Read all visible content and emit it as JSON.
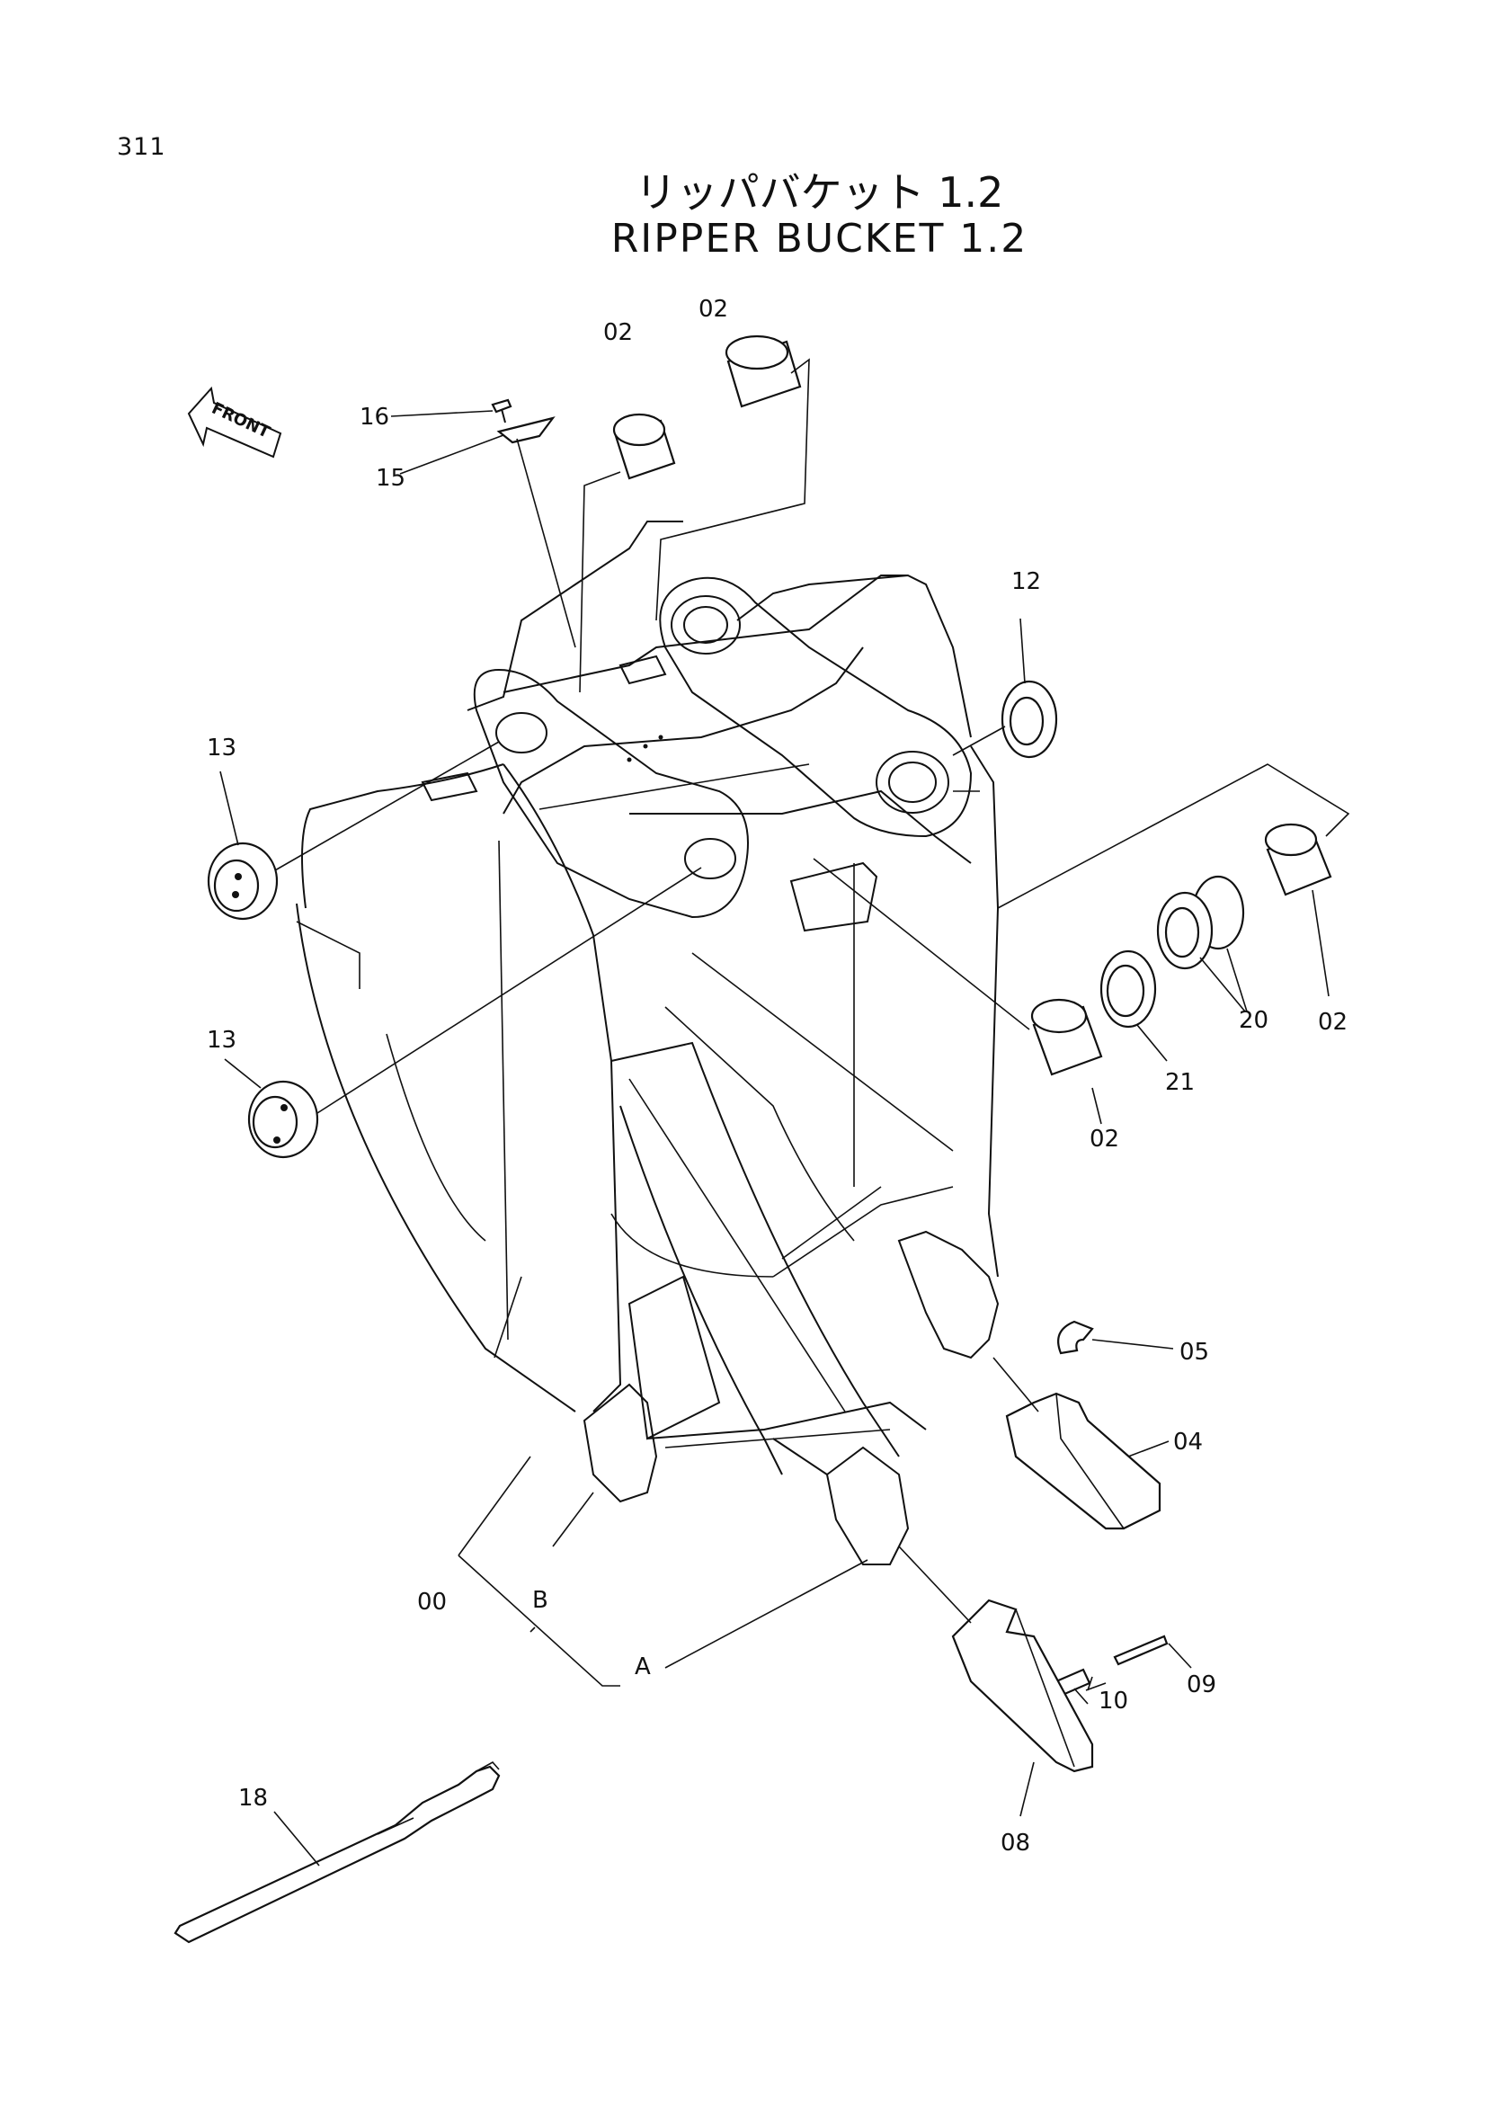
{
  "page_number": "311",
  "title_jp": "リッパバケット 1.2",
  "title_en": "RIPPER BUCKET 1.2",
  "front_label": "FRONT",
  "callouts": {
    "c02a": "02",
    "c02b": "02",
    "c16": "16",
    "c15": "15",
    "c12": "12",
    "c13a": "13",
    "c13b": "13",
    "c02c": "02",
    "c02d": "02",
    "c21": "21",
    "c20": "20",
    "c05": "05",
    "c04": "04",
    "c00": "00",
    "cB": "B",
    "cA": "A",
    "c09": "09",
    "c10": "10",
    "c08": "08",
    "c18": "18"
  }
}
